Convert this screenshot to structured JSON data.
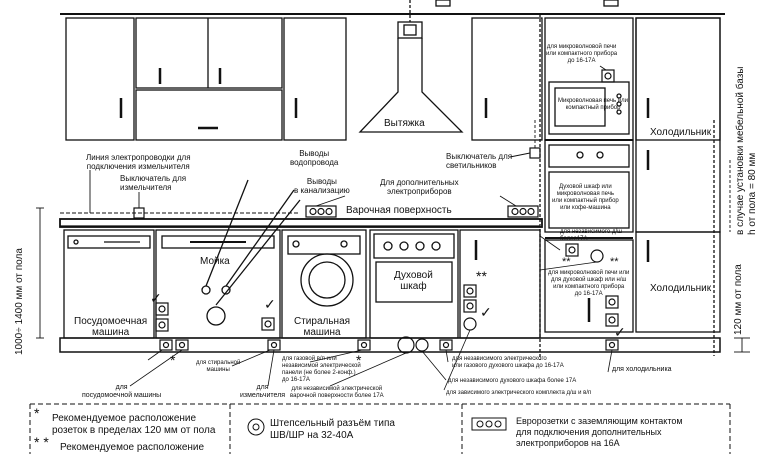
{
  "labels": {
    "vytyazhka": "Вытяжка",
    "holodilnik_top": "Холодильник",
    "holodilnik_bottom": "Холодильник",
    "moyka": "Мойка",
    "stiralnaya": "Стиральная\nмашина",
    "posudomoechnaya": "Посудомоечная\nмашина",
    "duhovoy": "Духовой\nшкаф",
    "varochnaya": "Варочная поверхность",
    "mikrovolnovaya": "Микроволновая печь или\nкомпактный прибор",
    "duhovoy_shkaf_ili": "Духовой шкаф или\nмикроволновая печь\nили компактный прибор\nили кофе-машина",
    "liniya": "Линия электропроводки для\nподключения измельчителя",
    "vyklyuchatel_izm": "Выключатель для\nизмельчителя",
    "vyvody_vodoprovoda": "Выводы\nводопровода",
    "vyvody_kanalizatsii": "Выводы\nв канализацию",
    "vyklyuchatel_svet": "Выключатель для\nсветильников",
    "dlya_dop": "Для дополнительных\nэлектроприборов",
    "dlya_mikro_top": "для микроволновой печи\nили компактного прибора\nдо 16-17А",
    "dlya_nezav_duh": "для независимого д/ш\nболее17А",
    "dlya_mikro_mid": "для микроволновой печи или\nдля духовой шкаф или н/ш\nили компактного прибора\nдо 16-17А",
    "dlya_stiralnoy": "для стиральной\nмашины",
    "dlya_posudomoechnoy": "для\nпосудомоечной машины",
    "dlya_izmelchitelya": "для\nизмельчителя",
    "dlya_gazovoy": "для газовой в/п или\nнезависимой электрической\nпанели (не более 2-конф.)\nдо 16-17А",
    "dlya_nezav_elek": "для независимой электрической\nварочной поверхности более 17А",
    "dlya_nezav_elektricheskogo": "для независимого электрического\nили газового духового шкафа до 16-17А",
    "dlya_nezav_duh17": "для независимого духового шкафа более 17А",
    "dlya_zavis": "для зависимого электрического комплекта д/ш и в/п",
    "dlya_holodilnika": "для холодильника",
    "vert_1000": "1000÷ 1400 мм от пола",
    "vert_120": "120 мм от пола",
    "vert_base": "в случае установки мебельной базы\nh от пола = 80 мм"
  },
  "legend": {
    "star1_symbol": "*",
    "star1_text": "Рекомендуемое расположение\nрозеток в пределах 120 мм от пола",
    "star2_symbol": "* *",
    "star2_text": "Рекомендуемое расположение",
    "plug_text": "Штепсельный разъём типа\nШВ/ШР на 32-40А",
    "euro_text": "Евророзетки с заземляющим контактом\nдля подключения дополнительных\nэлектроприборов на 16А"
  }
}
